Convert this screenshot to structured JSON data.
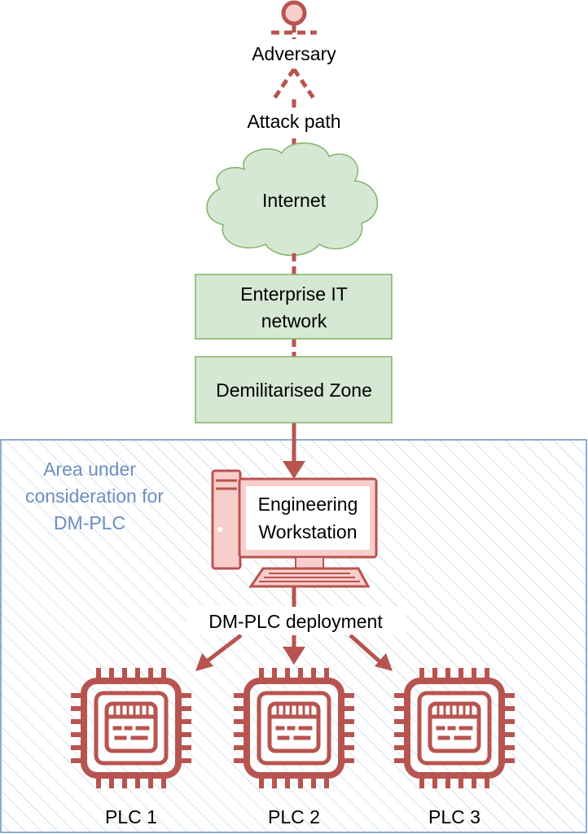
{
  "colors": {
    "accent": "#b85450",
    "accent_light": "#f8cecc",
    "green_fill": "#d5e8d4",
    "green_stroke": "#82b366",
    "area_stroke": "#6c8ebf"
  },
  "actor": {
    "label": "Adversary",
    "icon": "stick-figure-icon"
  },
  "edge_attack": {
    "label": "Attack path"
  },
  "internet": {
    "label": "Internet",
    "icon": "cloud-icon"
  },
  "enterprise": {
    "line1": "Enterprise IT",
    "line2": "network"
  },
  "dmz": {
    "label": "Demilitarised Zone"
  },
  "area": {
    "line1": "Area under",
    "line2": "consideration for",
    "line3": "DM-PLC"
  },
  "workstation": {
    "line1": "Engineering",
    "line2": "Workstation",
    "icon": "computer-icon"
  },
  "deployment": {
    "label": "DM-PLC deployment"
  },
  "plcs": [
    {
      "label": "PLC 1",
      "icon": "chip-icon"
    },
    {
      "label": "PLC 2",
      "icon": "chip-icon"
    },
    {
      "label": "PLC 3",
      "icon": "chip-icon"
    }
  ]
}
